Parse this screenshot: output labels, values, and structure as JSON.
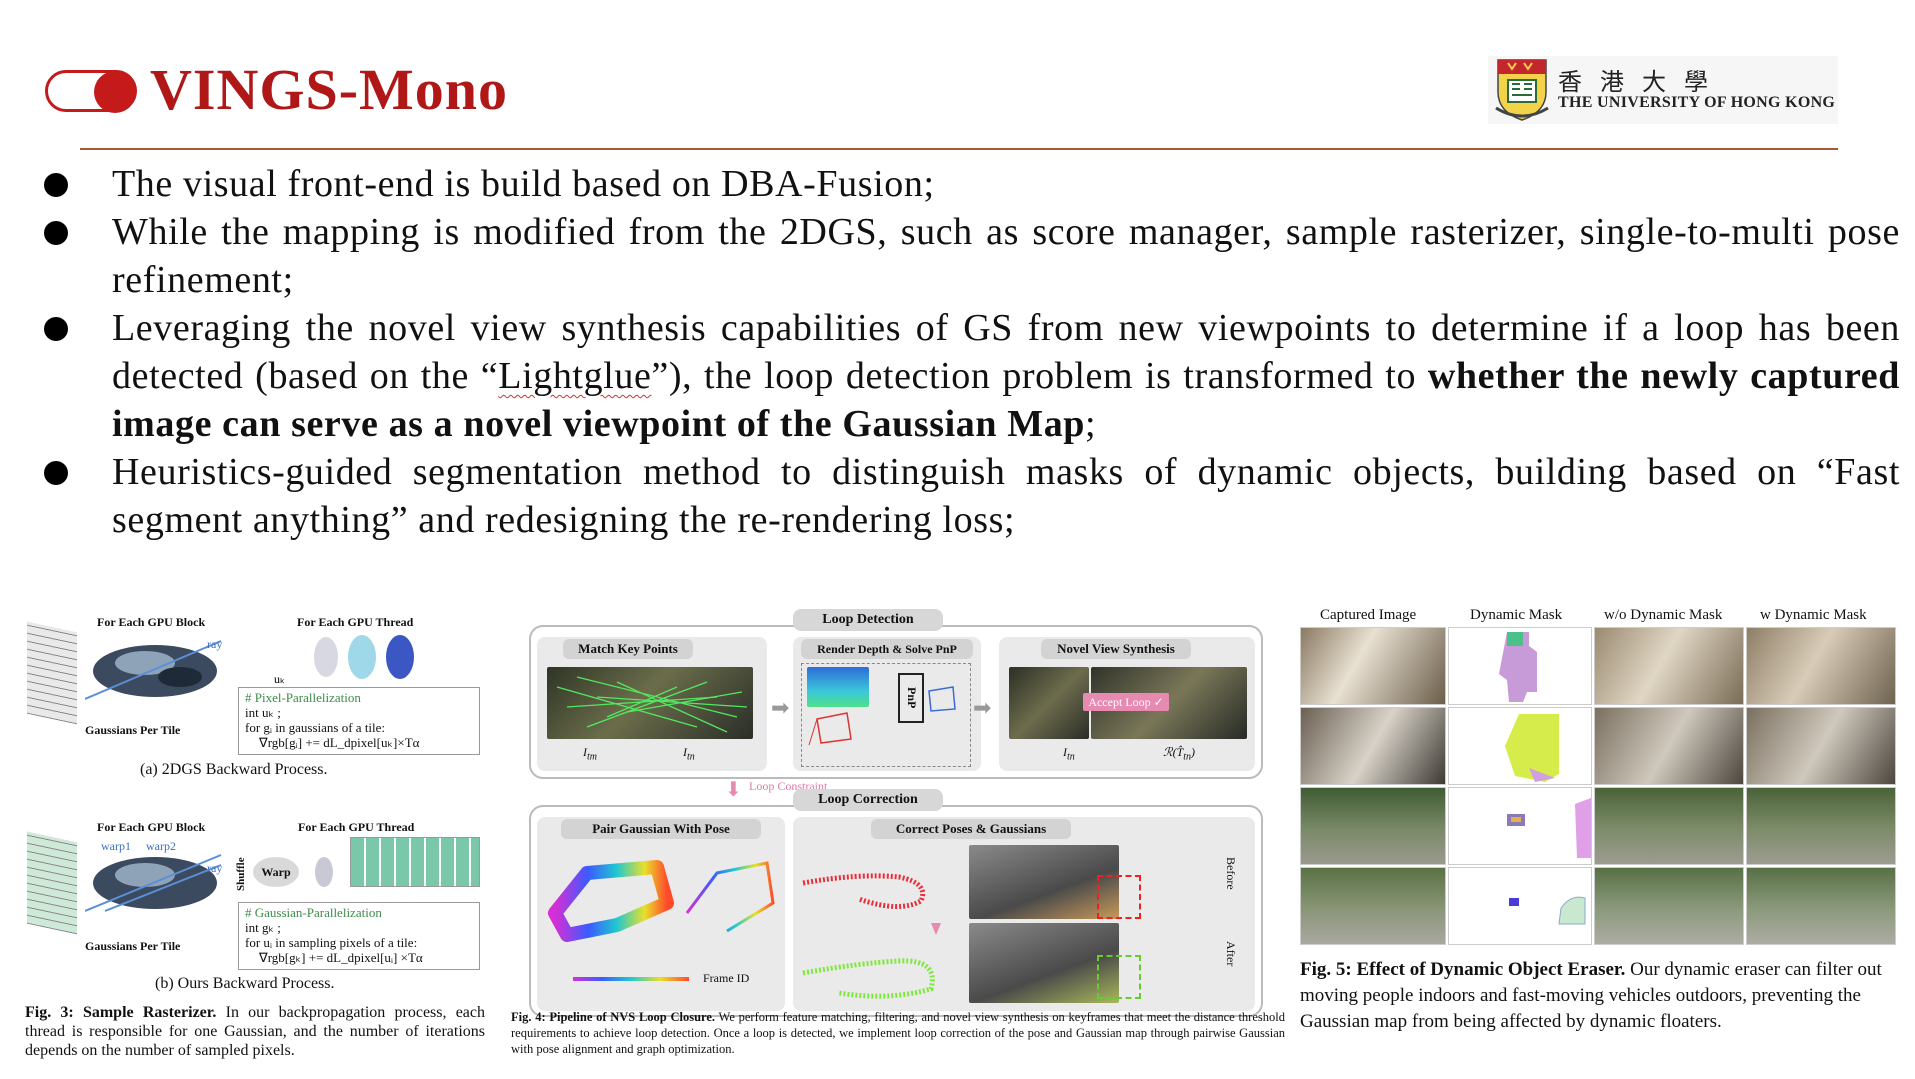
{
  "header": {
    "title": "VINGS-Mono",
    "university_cn": "香港大學",
    "university_en": "THE UNIVERSITY OF HONG KONG",
    "accent_color": "#c41a1a"
  },
  "bullets": [
    {
      "text": "The visual front-end is build based on DBA-Fusion;"
    },
    {
      "text": "While the mapping is modified from the 2DGS, such as score manager, sample rasterizer, single-to-multi pose refinement;"
    },
    {
      "pre": "Leveraging the novel view synthesis capabilities of GS from new viewpoints to determine if a loop has been detected (based on the “",
      "link": "Lightglue",
      "mid": "”), the loop detection problem is transformed to ",
      "bold": "whether the newly captured image can serve as a novel viewpoint of the Gaussian Map",
      "post": ";"
    },
    {
      "text": "Heuristics-guided segmentation method to distinguish masks of dynamic objects, building based on “Fast segment anything” and redesigning the re-rendering loss;"
    }
  ],
  "fig3": {
    "top_block": "For Each GPU Block",
    "top_thread": "For Each GPU Thread",
    "ray": "ray",
    "gaussians_per_tile": "Gaussians Per Tile",
    "code_a": [
      "# Pixel-Parallelization",
      "int uₖ ;",
      "for gᵢ in gaussians of a tile:",
      "∇rgb[gᵢ] += dL_dpixel[uₖ]×Tα"
    ],
    "sub_a": "(a) 2DGS Backward Process.",
    "bot_block": "For Each GPU Block",
    "bot_thread": "For Each GPU Thread",
    "warp1": "warp1",
    "warp2": "warp2",
    "shuffle": "Shuffle",
    "warp": "Warp",
    "gaussians_per_tile_b": "Gaussians Per Tile",
    "code_b": [
      "# Gaussian-Parallelization",
      "int gₖ ;",
      "for uᵢ in sampling pixels of a tile:",
      "∇rgb[gₖ] += dL_dpixel[uᵢ] ×Tα"
    ],
    "sub_b": "(b) Ours Backward Process.",
    "caption_bold": "Fig. 3: Sample Rasterizer.",
    "caption": " In our backpropagation process, each thread is responsible for one Gaussian, and the number of iterations depends on the number of sampled pixels."
  },
  "fig4": {
    "loop_detection": "Loop Detection",
    "match_key_points": "Match Key Points",
    "render_depth": "Render Depth & Solve PnP",
    "novel_view": "Novel View Synthesis",
    "pnp": "PnP",
    "accept_loop": "Accept Loop ✓",
    "loop_constraint": "Loop Constraint",
    "loop_correction": "Loop Correction",
    "pair_gaussian": "Pair Gaussian With Pose",
    "correct_poses": "Correct Poses & Gaussians",
    "before": "Before",
    "after": "After",
    "frame_id": "Frame ID",
    "caption_bold": "Fig. 4: Pipeline of NVS Loop Closure.",
    "caption": " We perform feature matching, filtering, and novel view synthesis on keyframes that meet the distance threshold requirements to achieve loop detection. Once a loop is detected, we implement loop correction of the pose and Gaussian map through pairwise Gaussian with pose alignment and graph optimization."
  },
  "fig5": {
    "columns": [
      "Captured Image",
      "Dynamic Mask",
      "w/o Dynamic Mask",
      "w Dynamic Mask"
    ],
    "caption_bold": "Fig. 5: Effect of Dynamic Object Eraser.",
    "caption": " Our dynamic eraser can filter out moving people indoors and fast-moving vehicles outdoors, preventing the Gaussian map from being affected by dynamic floaters."
  }
}
